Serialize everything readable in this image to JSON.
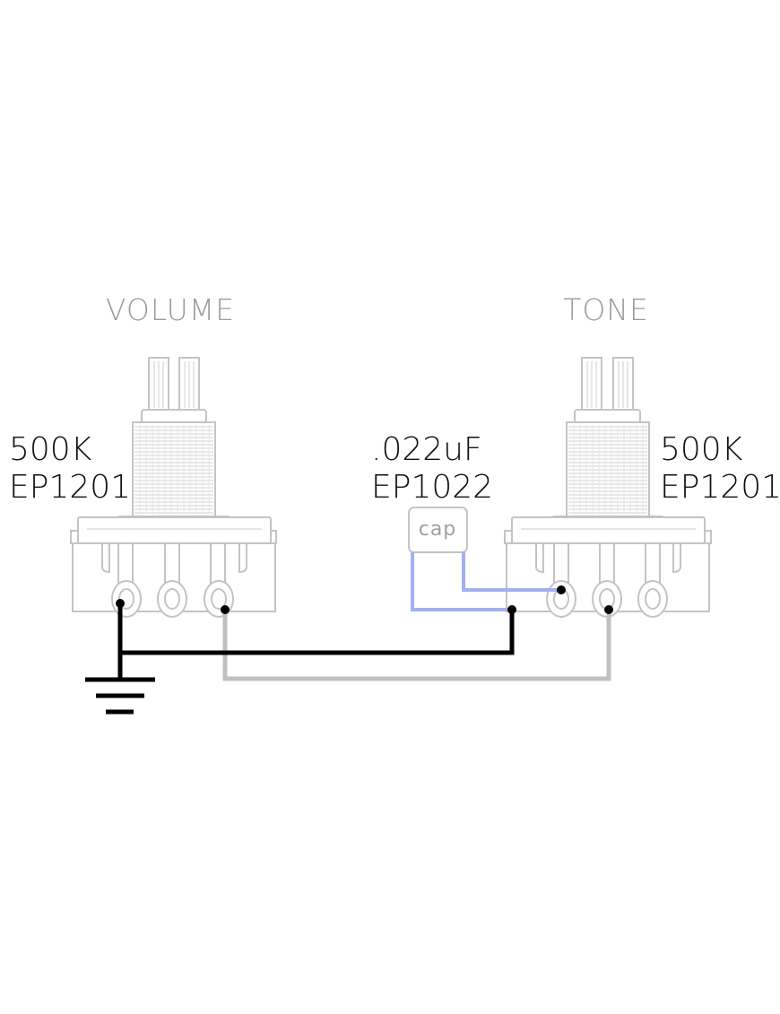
{
  "components": {
    "volume_pot": {
      "name": "VOLUME",
      "value": "500K",
      "part": "EP1201"
    },
    "tone_pot": {
      "name": "TONE",
      "value": "500K",
      "part": "EP1201"
    },
    "capacitor": {
      "value": ".022uF",
      "part": "EP1022",
      "label": "cap"
    }
  },
  "colors": {
    "outline": "#c4c4c4",
    "ground_wire": "#000000",
    "signal_wire": "#c0c0c0",
    "cap_lead": "#a3b0f0",
    "label_gray": "#9c9c9c",
    "label_black": "#111111"
  },
  "icons": {
    "ground": "ground-symbol-icon"
  }
}
